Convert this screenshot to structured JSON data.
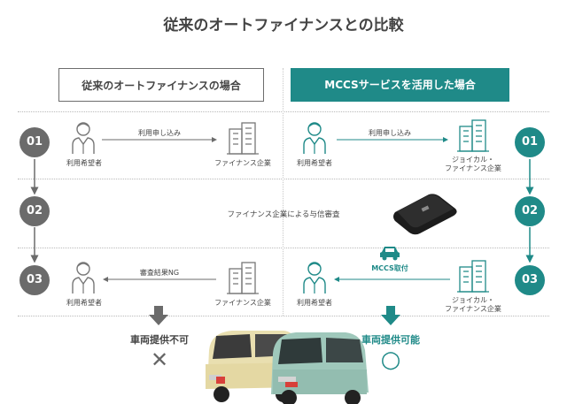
{
  "title": "従来のオートファイナンスとの比較",
  "headers": {
    "left": "従来のオートファイナンスの場合",
    "right": "MCCSサービスを活用した場合"
  },
  "steps": [
    "01",
    "02",
    "03"
  ],
  "left": {
    "row1": {
      "actor": "利用希望者",
      "arrow_label": "利用申し込み",
      "target": "ファイナンス企業"
    },
    "row3": {
      "actor": "利用希望者",
      "arrow_label": "審査結果NG",
      "target": "ファイナンス企業"
    },
    "result": {
      "label": "車両提供不可",
      "mark": "✕"
    }
  },
  "middle": {
    "row2_text": "ファイナンス企業による与信審査"
  },
  "right": {
    "row1": {
      "actor": "利用希望者",
      "arrow_label": "利用申し込み",
      "target_line1": "ジョイカル・",
      "target_line2": "ファイナンス企業"
    },
    "row3": {
      "actor": "利用希望者",
      "arrow_label": "MCCS取付",
      "target_line1": "ジョイカル・",
      "target_line2": "ファイナンス企業"
    },
    "result": {
      "label": "車両提供可能",
      "mark": "○"
    }
  },
  "colors": {
    "gray": "#6b6b6b",
    "teal": "#1f8a88",
    "ng": "#444444",
    "ok": "#1f8a88"
  }
}
